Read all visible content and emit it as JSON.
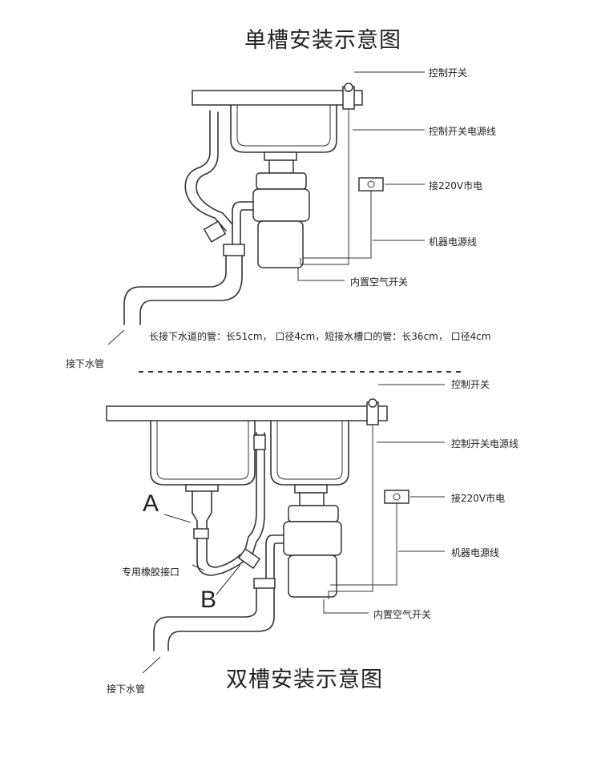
{
  "single": {
    "title": "单槽安装示意图",
    "labels": {
      "switch": "控制开关",
      "switch_cable": "控制开关电源线",
      "power": "接220V市电",
      "machine_cable": "机器电源线",
      "air_switch": "内置空气开关",
      "drain": "接下水管"
    },
    "note": "长接下水道的管：长51cm， 口径4cm，短接水槽口的管：长36cm， 口径4cm"
  },
  "double": {
    "title": "双槽安装示意图",
    "labels": {
      "switch": "控制开关",
      "switch_cable": "控制开关电源线",
      "power": "接220V市电",
      "machine_cable": "机器电源线",
      "air_switch": "内置空气开关",
      "rubber_joint": "专用橡胶接口",
      "drain": "接下水管",
      "marker_a": "A",
      "marker_b": "B"
    }
  }
}
